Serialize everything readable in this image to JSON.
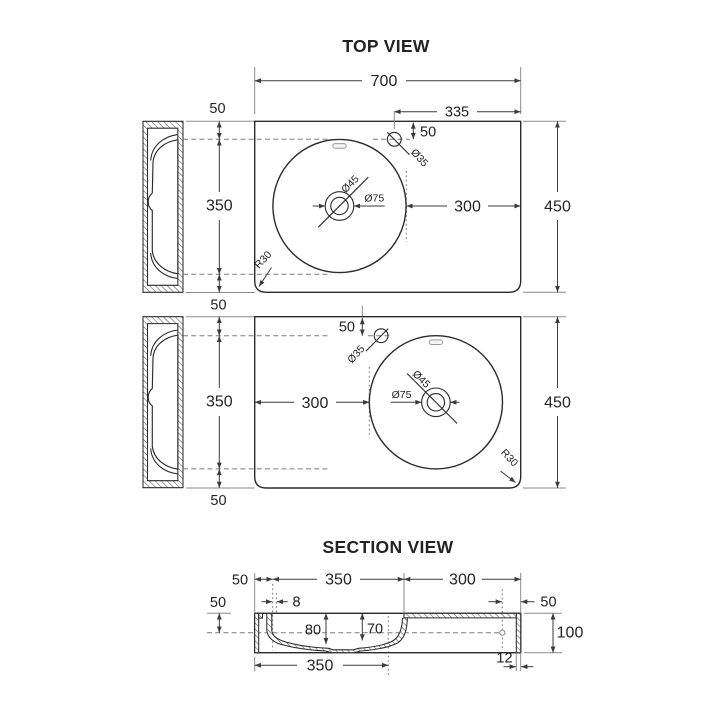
{
  "colors": {
    "line": "#2b2b2b",
    "dim": "#3b3b3b",
    "muted": "#8a8a8a",
    "background": "#ffffff"
  },
  "titles": {
    "top_view": "TOP VIEW",
    "section_view": "SECTION VIEW"
  },
  "top_view_left_basin": {
    "overall_width": "700",
    "tap_offset": "335",
    "tap_depth": "50",
    "tap_hole_dia": "Ø35",
    "edge_to_bowl": "50",
    "bowl_span": "350",
    "bowl_to_edge": "300",
    "overall_depth": "450",
    "drain_dia": "Ø45",
    "drain_outer_dia": "Ø75",
    "corner_radius": "R30"
  },
  "shared": {
    "between_views": "50"
  },
  "top_view_right_basin": {
    "tap_depth": "50",
    "tap_hole_dia": "Ø35",
    "bowl_span": "350",
    "bottom_margin": "50",
    "edge_to_bowl": "300",
    "overall_depth": "450",
    "drain_dia": "Ø45",
    "drain_outer_dia": "Ø75",
    "corner_radius": "R30"
  },
  "section_view": {
    "left_margin": "50",
    "bowl_width": "350",
    "right_span": "300",
    "front_drop": "50",
    "rim_gap": "8",
    "bowl_depth": "80",
    "drain_depth": "70",
    "hole_inset": "50",
    "height": "100",
    "drain_center": "350",
    "wall_thickness": "12"
  }
}
